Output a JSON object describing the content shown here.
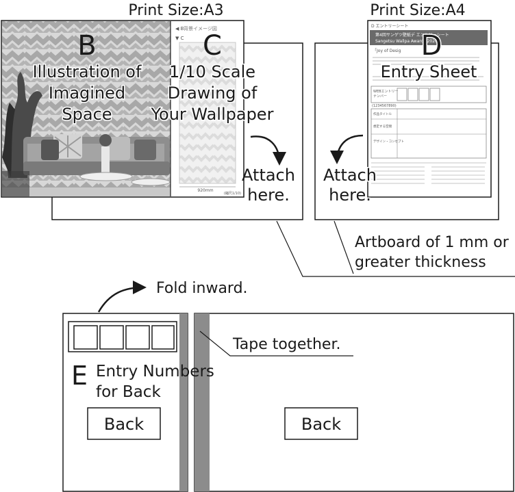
{
  "labels": {
    "print_size_a3": "Print Size:A3",
    "print_size_a4": "Print Size:A4",
    "letter_b": "B",
    "letter_c": "C",
    "letter_d": "D",
    "letter_e": "E",
    "b_line1": "Illustration of",
    "b_line2": "Imagined",
    "b_line3": "Space",
    "c_line1": "1/10 Scale",
    "c_line2": "Drawing of",
    "c_line3": "Your Wallpaper",
    "d_title": "Entry Sheet",
    "attach_left_1": "Attach",
    "attach_left_2": "here.",
    "attach_right_1": "Attach",
    "attach_right_2": "here.",
    "artboard_1": "Artboard of 1 mm or",
    "artboard_2": "greater thickness",
    "fold_inward": "Fold inward.",
    "tape_together": "Tape together.",
    "e_line1": "Entry Numbers",
    "e_line2": "for Back",
    "back_left": "Back",
    "back_right": "Back"
  },
  "sheet_text": {
    "a3_header_b": "◀ B",
    "a3_header_c": "▼ C",
    "a3_dimension": "920mm",
    "a3_scale": "(縮尺1/10)",
    "d_header": "D エントリーシート",
    "d_banner_1": "第4回サンゲツ壁紙デ     エントリーシート",
    "d_banner_2": "Sangetsu Wallpa      Awards 2020",
    "d_theme": "「Joy of Desig",
    "d_web_label": "WEBエントリー",
    "d_web_label2": "ナンバー",
    "d_number": "(1234567890)",
    "d_field_1": "作品タイトル",
    "d_field_2": "想定する空間",
    "d_field_3": "デザイン・コンセプト"
  },
  "colors": {
    "panel_stroke": "#1a1a1a",
    "tape_gray": "#8c8c8c",
    "wall_light": "#dcdcdc",
    "wall_dark": "#bdbdbd"
  }
}
